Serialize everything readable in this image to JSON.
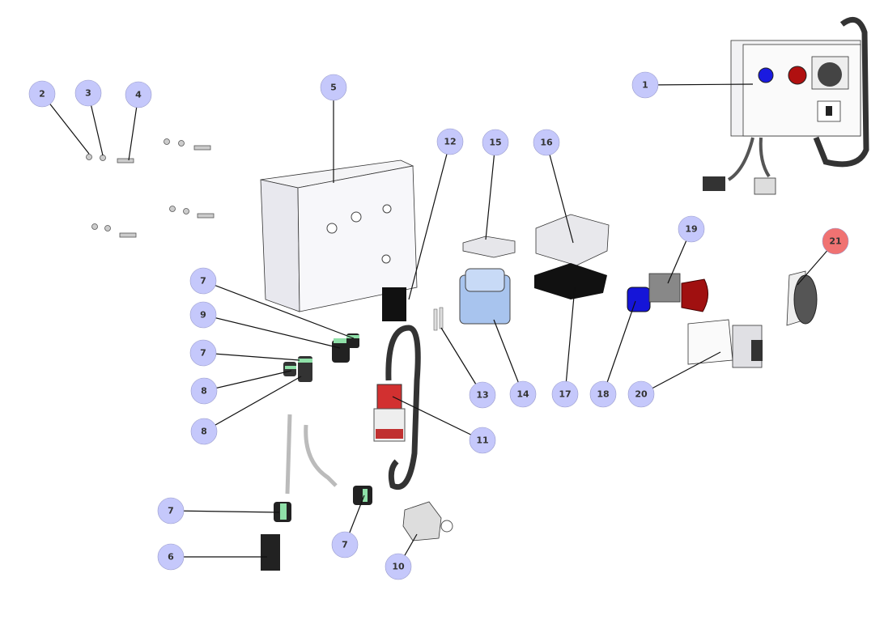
{
  "colors": {
    "callout": "#c5c8fb",
    "callout_highlight": "#f07272",
    "leader": "#111111"
  },
  "callouts": [
    {
      "label": "1",
      "highlight": false
    },
    {
      "label": "2",
      "highlight": false
    },
    {
      "label": "3",
      "highlight": false
    },
    {
      "label": "4",
      "highlight": false
    },
    {
      "label": "5",
      "highlight": false
    },
    {
      "label": "12",
      "highlight": false
    },
    {
      "label": "15",
      "highlight": false
    },
    {
      "label": "16",
      "highlight": false
    },
    {
      "label": "19",
      "highlight": false
    },
    {
      "label": "21",
      "highlight": true
    },
    {
      "label": "7",
      "highlight": false
    },
    {
      "label": "9",
      "highlight": false
    },
    {
      "label": "7",
      "highlight": false
    },
    {
      "label": "8",
      "highlight": false
    },
    {
      "label": "8",
      "highlight": false
    },
    {
      "label": "13",
      "highlight": false
    },
    {
      "label": "14",
      "highlight": false
    },
    {
      "label": "17",
      "highlight": false
    },
    {
      "label": "18",
      "highlight": false
    },
    {
      "label": "20",
      "highlight": false
    },
    {
      "label": "11",
      "highlight": false
    },
    {
      "label": "7",
      "highlight": false
    },
    {
      "label": "6",
      "highlight": false
    },
    {
      "label": "7",
      "highlight": false
    },
    {
      "label": "10",
      "highlight": false
    }
  ]
}
